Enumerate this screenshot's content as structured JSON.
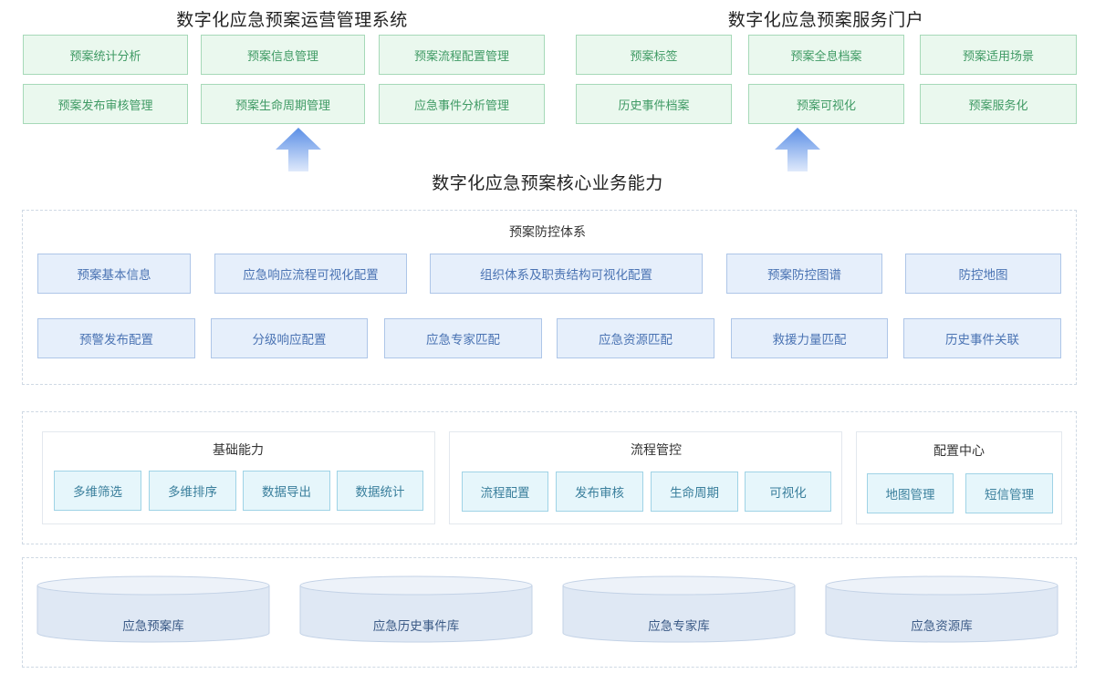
{
  "top_left": {
    "title": "数字化应急预案运营管理系统",
    "items": [
      "预案统计分析",
      "预案信息管理",
      "预案流程配置管理",
      "预案发布审核管理",
      "预案生命周期管理",
      "应急事件分析管理"
    ]
  },
  "top_right": {
    "title": "数字化应急预案服务门户",
    "items": [
      "预案标签",
      "预案全息档案",
      "预案适用场景",
      "历史事件档案",
      "预案可视化",
      "预案服务化"
    ]
  },
  "core": {
    "title": "数字化应急预案核心业务能力",
    "section_title": "预案防控体系",
    "row1": [
      "预案基本信息",
      "应急响应流程可视化配置",
      "组织体系及职责结构可视化配置",
      "预案防控图谱",
      "防控地图"
    ],
    "row2": [
      "预警发布配置",
      "分级响应配置",
      "应急专家匹配",
      "应急资源匹配",
      "救援力量匹配",
      "历史事件关联"
    ]
  },
  "capabilities": [
    {
      "title": "基础能力",
      "items": [
        "多维筛选",
        "多维排序",
        "数据导出",
        "数据统计"
      ]
    },
    {
      "title": "流程管控",
      "items": [
        "流程配置",
        "发布审核",
        "生命周期",
        "可视化"
      ]
    },
    {
      "title": "配置中心",
      "items": [
        "地图管理",
        "短信管理"
      ]
    }
  ],
  "databases": [
    "应急预案库",
    "应急历史事件库",
    "应急专家库",
    "应急资源库"
  ],
  "colors": {
    "green_fill": "#eaf8ee",
    "green_border": "#a6d9b8",
    "green_text": "#3f9a64",
    "blue_fill": "#e6effb",
    "blue_border": "#aec6e8",
    "blue_text": "#4a73b3",
    "cyan_fill": "#e6f6fb",
    "cyan_border": "#9fd3e6",
    "cyan_text": "#3a7f9c",
    "arrow": "#5b8fe6"
  }
}
